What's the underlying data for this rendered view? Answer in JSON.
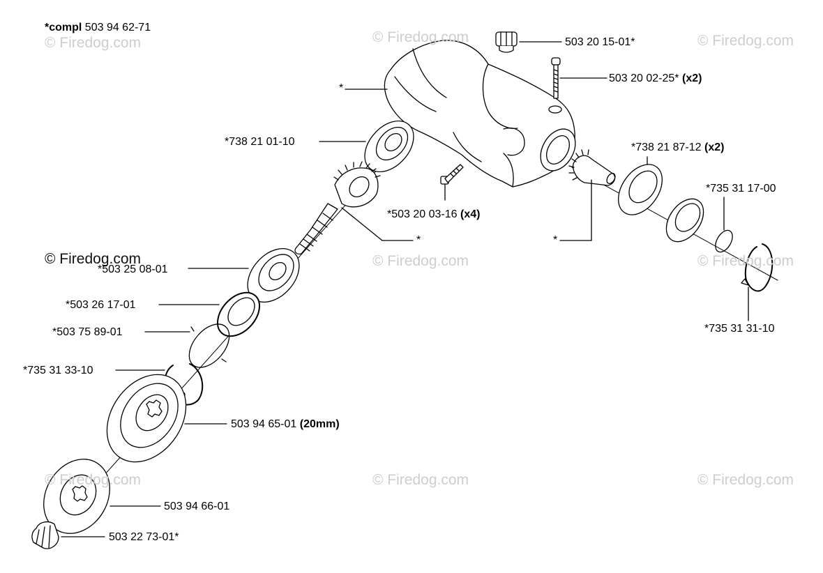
{
  "header": {
    "compl_prefix": "*compl",
    "compl_number": "503 94 62-71"
  },
  "labels": [
    {
      "text": "503 20 15-01*",
      "qty": ""
    },
    {
      "text": "503 20 02-25*",
      "qty": "(x2)"
    },
    {
      "text": "*738 21 01-10",
      "qty": ""
    },
    {
      "text": "*738 21 87-12",
      "qty": "(x2)"
    },
    {
      "text": "*735 31 17-00",
      "qty": ""
    },
    {
      "text": "*503 20 03-16",
      "qty": "(x4)"
    },
    {
      "text": "*503 25 08-01",
      "qty": ""
    },
    {
      "text": "*503 26 17-01",
      "qty": ""
    },
    {
      "text": "*503 75 89-01",
      "qty": ""
    },
    {
      "text": "*735 31 33-10",
      "qty": ""
    },
    {
      "text": "503 94 65-01",
      "qty": "(20mm)"
    },
    {
      "text": "503 94 66-01",
      "qty": ""
    },
    {
      "text": "503 22 73-01*",
      "qty": ""
    },
    {
      "text": "*735 31 31-10",
      "qty": ""
    },
    {
      "text": "*",
      "qty": ""
    },
    {
      "text": "*",
      "qty": ""
    },
    {
      "text": "*",
      "qty": ""
    }
  ],
  "watermark": {
    "text": "© Firedog.com",
    "color": "#cdcdcd"
  }
}
